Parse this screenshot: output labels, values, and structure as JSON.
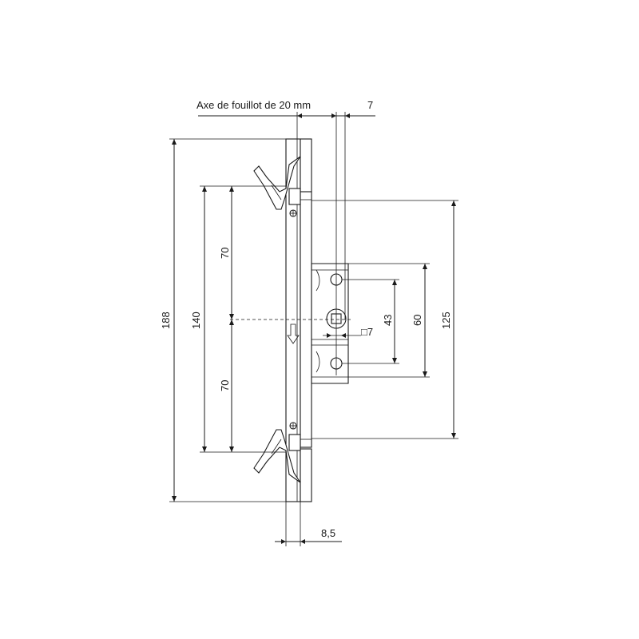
{
  "diagram": {
    "labels": {
      "axis_label": "Axe de fouillot de 20 mm",
      "dim_7": "7",
      "dim_188": "188",
      "dim_140": "140",
      "dim_70_top": "70",
      "dim_70_bottom": "70",
      "dim_125": "125",
      "dim_60": "60",
      "dim_43": "43",
      "dim_square": "□7",
      "dim_8_5": "8,5"
    }
  }
}
